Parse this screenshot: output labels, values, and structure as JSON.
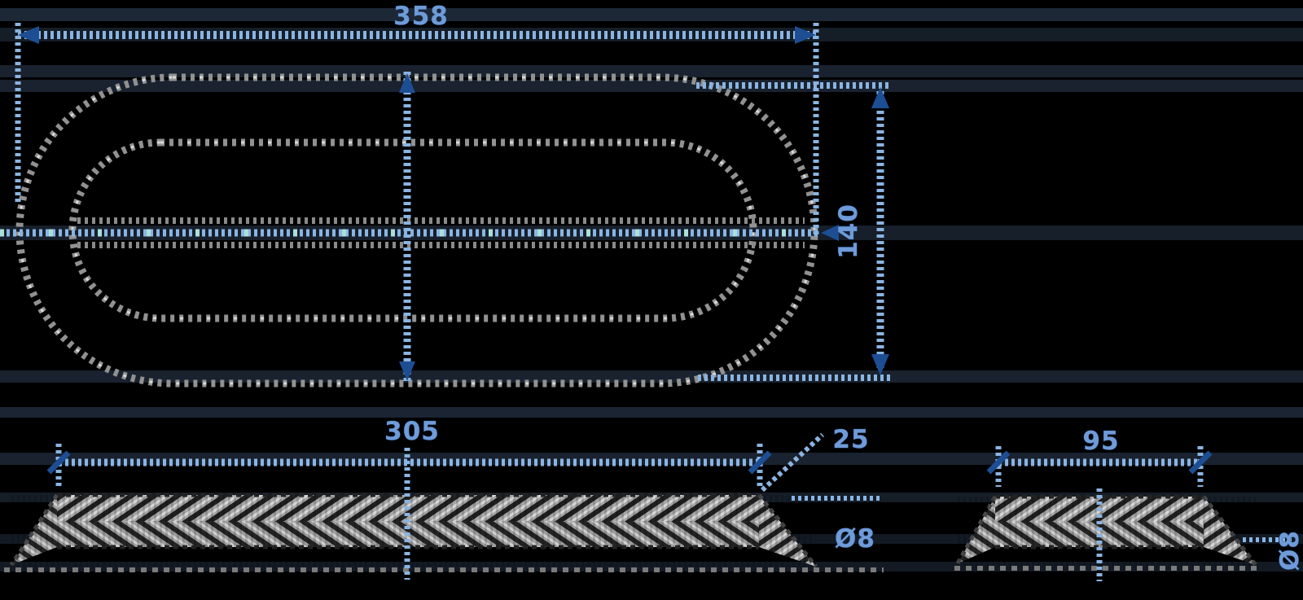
{
  "drawing": {
    "description_labels_only": true,
    "dims": {
      "ring_length": "358",
      "ring_height": "140",
      "long_rod_length": "305",
      "long_rod_tip": "25",
      "long_rod_diameter": "Ø8",
      "short_rod_length": "95",
      "short_rod_diameter": "Ø8"
    },
    "colors": {
      "background": "#000000",
      "dimension_line": "#8ab4e2",
      "dimension_accent": "#a9e0da",
      "arrow": "#1d4e94",
      "label_text": "#6f9bd8",
      "geometry_line": "#919191",
      "geometry_highlight": "#d8d8d8",
      "rod_fill": "#a6a6a6",
      "rod_hatch": "#1f1f1f",
      "ground_line": "#7a7a7a",
      "artifact_band": "#5f83b3"
    }
  }
}
